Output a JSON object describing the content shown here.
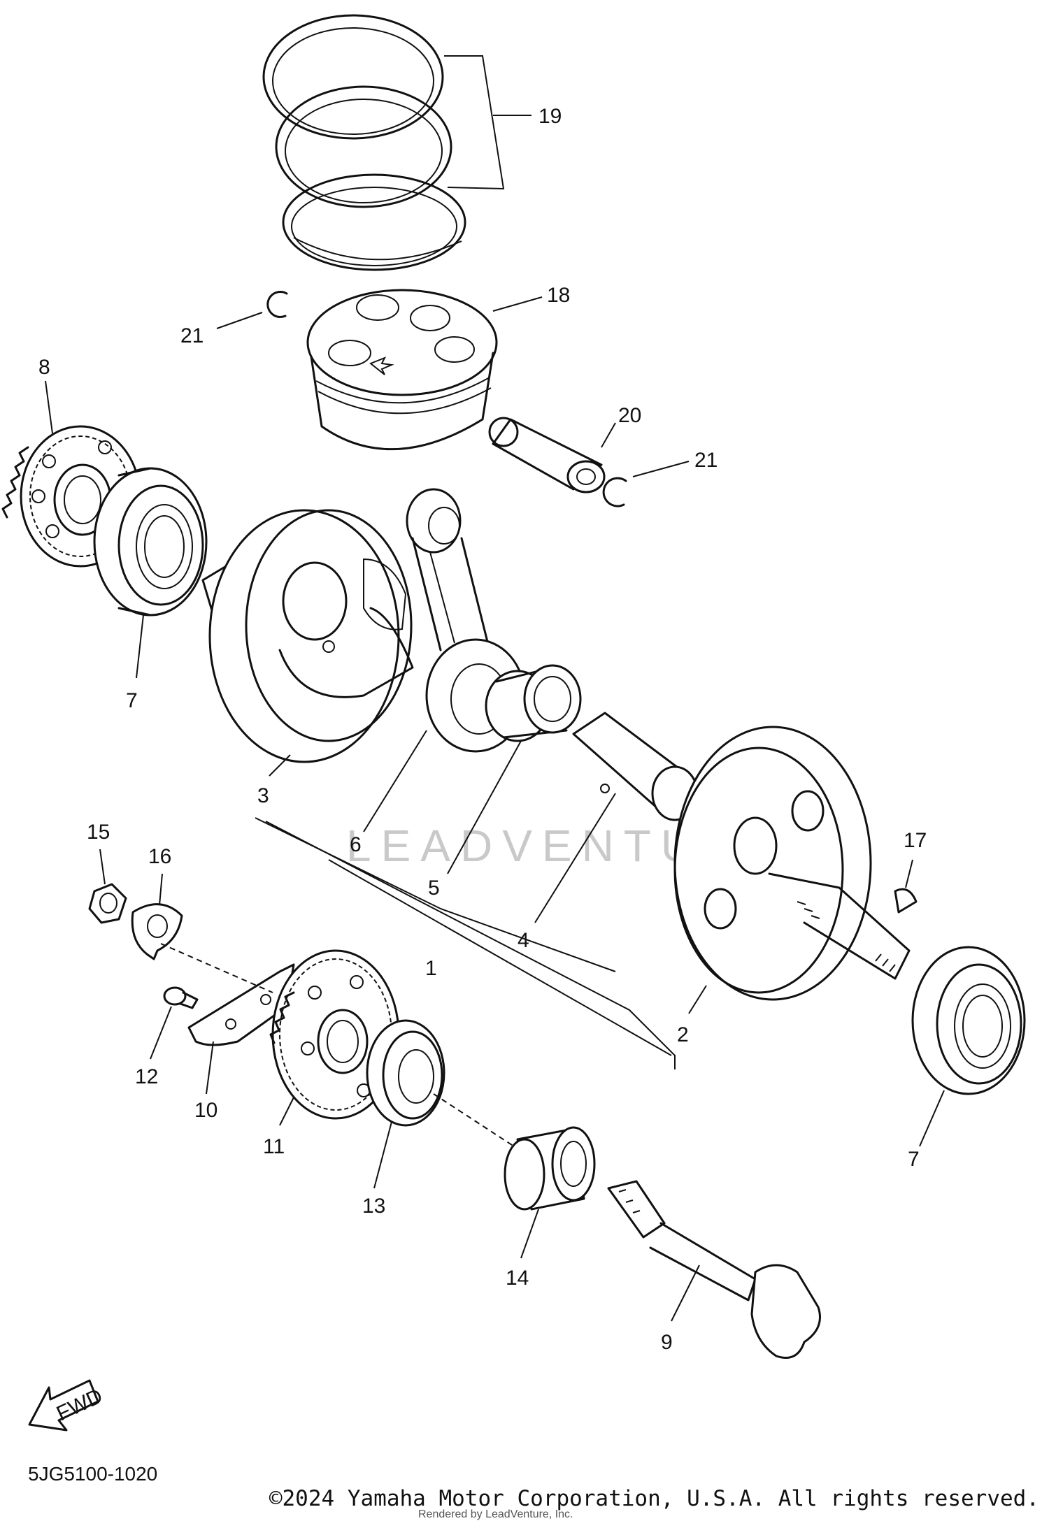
{
  "diagram": {
    "callouts": [
      {
        "id": "19",
        "label": "19"
      },
      {
        "id": "18",
        "label": "18"
      },
      {
        "id": "21a",
        "label": "21"
      },
      {
        "id": "21b",
        "label": "21"
      },
      {
        "id": "20",
        "label": "20"
      },
      {
        "id": "8",
        "label": "8"
      },
      {
        "id": "7a",
        "label": "7"
      },
      {
        "id": "7b",
        "label": "7"
      },
      {
        "id": "3",
        "label": "3"
      },
      {
        "id": "6",
        "label": "6"
      },
      {
        "id": "5",
        "label": "5"
      },
      {
        "id": "4",
        "label": "4"
      },
      {
        "id": "1",
        "label": "1"
      },
      {
        "id": "2",
        "label": "2"
      },
      {
        "id": "17",
        "label": "17"
      },
      {
        "id": "15",
        "label": "15"
      },
      {
        "id": "16",
        "label": "16"
      },
      {
        "id": "12",
        "label": "12"
      },
      {
        "id": "10",
        "label": "10"
      },
      {
        "id": "11",
        "label": "11"
      },
      {
        "id": "13",
        "label": "13"
      },
      {
        "id": "14",
        "label": "14"
      },
      {
        "id": "9",
        "label": "9"
      }
    ],
    "fwd_label": "FWD",
    "watermark": "LEADVENTURE",
    "diagram_code": "5JG5100-1020",
    "copyright": "©2024 Yamaha Motor Corporation, U.S.A. All rights reserved.",
    "rendered_by": "Rendered by LeadVenture, Inc."
  }
}
